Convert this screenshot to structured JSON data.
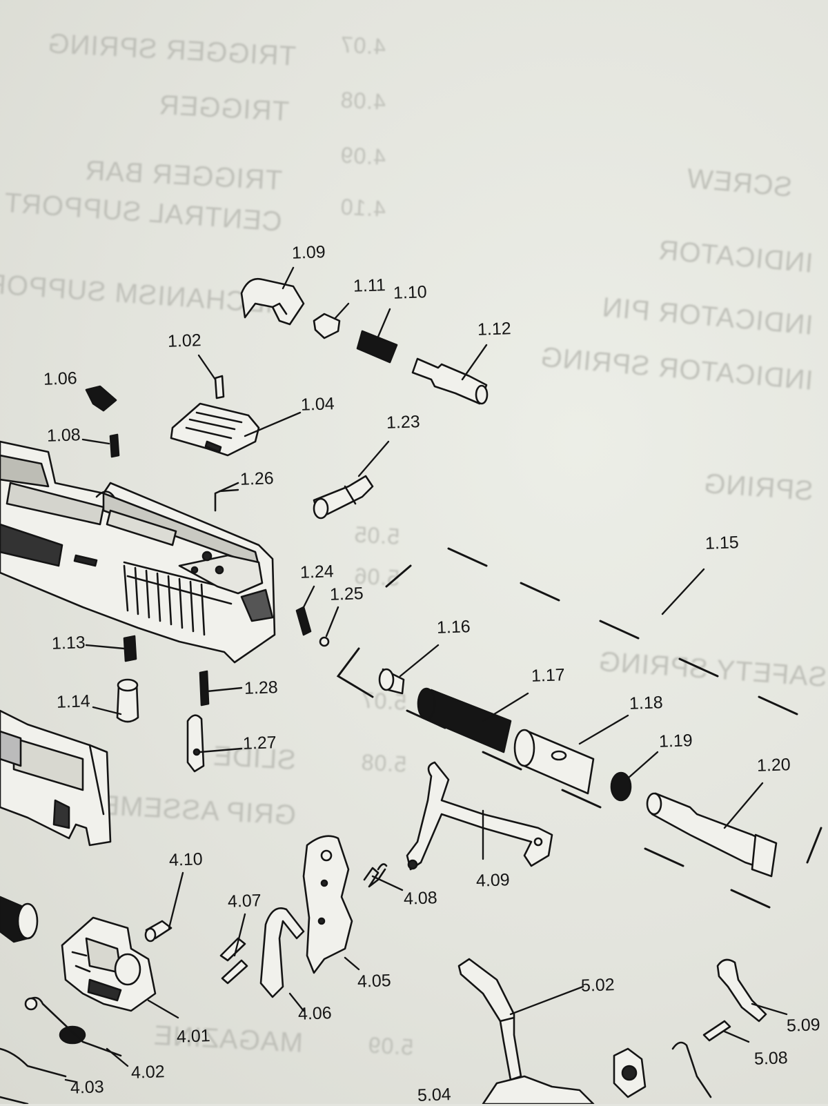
{
  "background_text": [
    "TRIGGER SPRING",
    "TRIGGER",
    "TRIGGER BAR",
    "CENTRAL SUPPORT",
    "MECHANISM SUPPORT",
    "SLIDE",
    "GRIP ASSEMBLY",
    "MAGAZINE",
    "INDICATOR",
    "INDICATOR PIN",
    "INDICATOR SPRING",
    "SCREW",
    "SPRING",
    "SAFETY SPRING",
    "4.07",
    "4.08",
    "4.09",
    "4.10",
    "5.05",
    "5.06",
    "5.07",
    "5.08",
    "5.09"
  ],
  "callouts": {
    "c102": "1.02",
    "c104": "1.04",
    "c106": "1.06",
    "c108": "1.08",
    "c109": "1.09",
    "c110": "1.10",
    "c111": "1.11",
    "c112": "1.12",
    "c113": "1.13",
    "c114": "1.14",
    "c115": "1.15",
    "c116": "1.16",
    "c117": "1.17",
    "c118": "1.18",
    "c119": "1.19",
    "c120": "1.20",
    "c123": "1.23",
    "c124": "1.24",
    "c125": "1.25",
    "c126": "1.26",
    "c127": "1.27",
    "c128": "1.28",
    "c401": "4.01",
    "c402": "4.02",
    "c403": "4.03",
    "c405": "4.05",
    "c406": "4.06",
    "c407": "4.07",
    "c408": "4.08",
    "c409": "4.09",
    "c410": "4.10",
    "c502": "5.02",
    "c504": "5.04",
    "c508": "5.08",
    "c509": "5.09"
  }
}
